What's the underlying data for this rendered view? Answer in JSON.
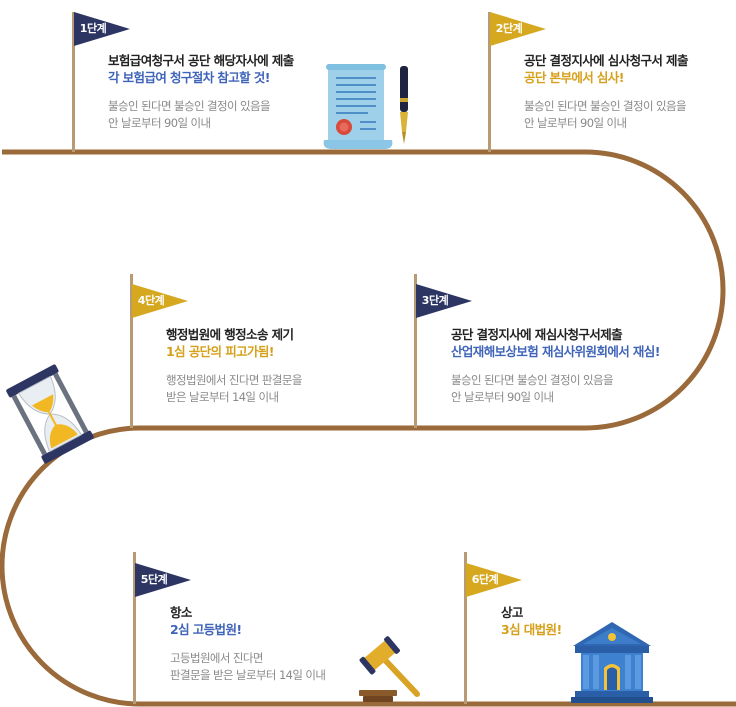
{
  "colors": {
    "road": "#9a6a3a",
    "pole": "#b89a73",
    "flag_navy": "#2d3563",
    "flag_gold": "#d6a820",
    "highlight_blue": "#3f64b8",
    "highlight_gold": "#d6a01a"
  },
  "steps": [
    {
      "label": "1단계",
      "flag_color": "navy",
      "title": "보험급여청구서 공단 해당자사에 제출",
      "highlight": "각 보험급여 청구절차 참고할 것!",
      "highlight_color": "blue",
      "desc_line1": "불승인 된다면 불승인 결정이 있음을",
      "desc_line2": "안 날로부터 90일 이내",
      "icon": "document-pen-icon"
    },
    {
      "label": "2단계",
      "flag_color": "gold",
      "title": "공단 결정지사에 심사청구서 제출",
      "highlight": "공단 본부에서 심사!",
      "highlight_color": "gold",
      "desc_line1": "불승인 된다면 불승인 결정이 있음을",
      "desc_line2": "안 날로부터 90일 이내",
      "icon": ""
    },
    {
      "label": "3단계",
      "flag_color": "navy",
      "title": "공단 결정지사에 재심사청구서제출",
      "highlight": "산업재해보상보험 재심사위원회에서 재심!",
      "highlight_color": "blue",
      "desc_line1": "불승인 된다면 불승인 결정이 있음을",
      "desc_line2": "안 날로부터 90일 이내",
      "icon": ""
    },
    {
      "label": "4단계",
      "flag_color": "gold",
      "title": "행정법원에 행정소송 제기",
      "highlight": "1심 공단의 피고가됨!",
      "highlight_color": "gold",
      "desc_line1": "행정법원에서 진다면 판결문을",
      "desc_line2": "받은 날로부터 14일 이내",
      "icon": "hourglass-icon"
    },
    {
      "label": "5단계",
      "flag_color": "navy",
      "title": "항소",
      "highlight": "2심 고등법원!",
      "highlight_color": "blue",
      "desc_line1": "고등법원에서 진다면",
      "desc_line2": "판결문을 받은 날로부터 14일 이내",
      "icon": "gavel-icon"
    },
    {
      "label": "6단계",
      "flag_color": "gold",
      "title": "상고",
      "highlight": "3심 대법원!",
      "highlight_color": "gold",
      "desc_line1": "",
      "desc_line2": "",
      "icon": "courthouse-icon"
    }
  ]
}
